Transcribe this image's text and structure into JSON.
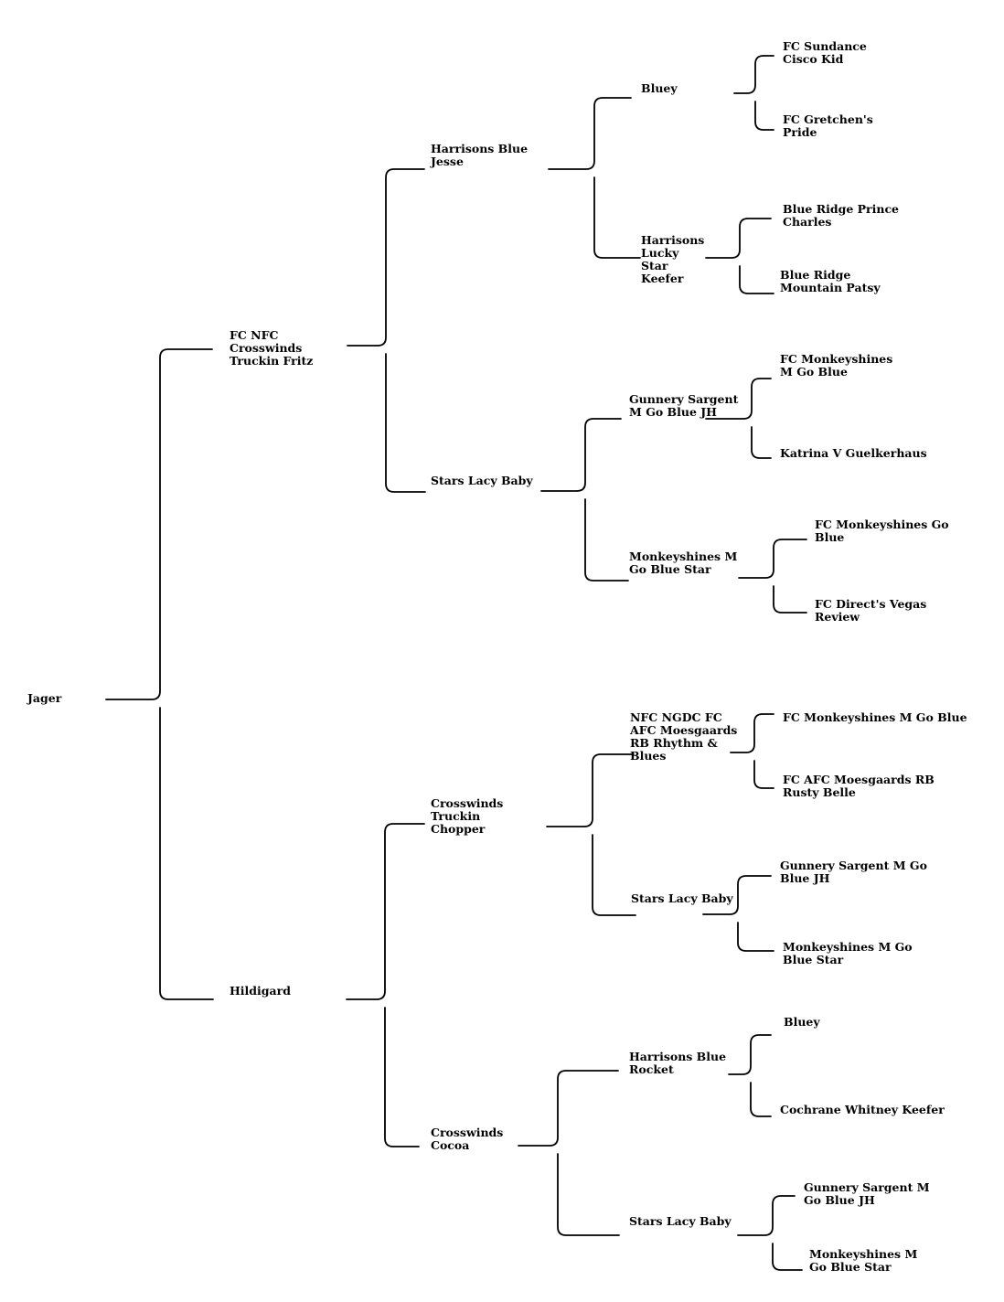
{
  "pedigree": {
    "dog": "Jager",
    "sire": "FC NFC Crosswinds Truckin Fritz",
    "sire_sire": "Harrisons Blue Jesse",
    "sire_sire_sire": "Bluey",
    "sire_sire_sire_sire": "FC Sundance Cisco Kid",
    "sire_sire_sire_dam": "FC Gretchen's Pride",
    "sire_sire_dam": "Harrisons Lucky Star Keefer",
    "sire_sire_dam_sire": "Blue Ridge Prince Charles",
    "sire_sire_dam_dam": "Blue Ridge Mountain Patsy",
    "sire_dam": "Stars Lacy Baby",
    "sire_dam_sire": "Gunnery Sargent M Go Blue JH",
    "sire_dam_sire_sire": "FC Monkeyshines M Go Blue",
    "sire_dam_sire_dam": "Katrina V Guelkerhaus",
    "sire_dam_dam": "Monkeyshines M Go Blue Star",
    "sire_dam_dam_sire": "FC Monkeyshines Go Blue",
    "sire_dam_dam_dam": "FC Direct's Vegas Review",
    "dam": "Hildigard",
    "dam_sire": "Crosswinds Truckin Chopper",
    "dam_sire_sire": "NFC NGDC FC AFC Moesgaards RB Rhythm & Blues",
    "dam_sire_sire_sire": "FC Monkeyshines M Go Blue",
    "dam_sire_sire_dam": "FC AFC Moesgaards RB Rusty Belle",
    "dam_sire_dam": "Stars Lacy Baby",
    "dam_sire_dam_sire": "Gunnery Sargent M Go Blue JH",
    "dam_sire_dam_dam": "Monkeyshines M Go Blue Star",
    "dam_dam": "Crosswinds Cocoa",
    "dam_dam_sire": "Harrisons Blue Rocket",
    "dam_dam_sire_sire": "Bluey",
    "dam_dam_sire_dam": "Cochrane Whitney Keefer",
    "dam_dam_dam": "Stars Lacy Baby",
    "dam_dam_dam_sire": "Gunnery Sargent M Go Blue JH",
    "dam_dam_dam_dam": "Monkeyshines M Go Blue Star"
  }
}
